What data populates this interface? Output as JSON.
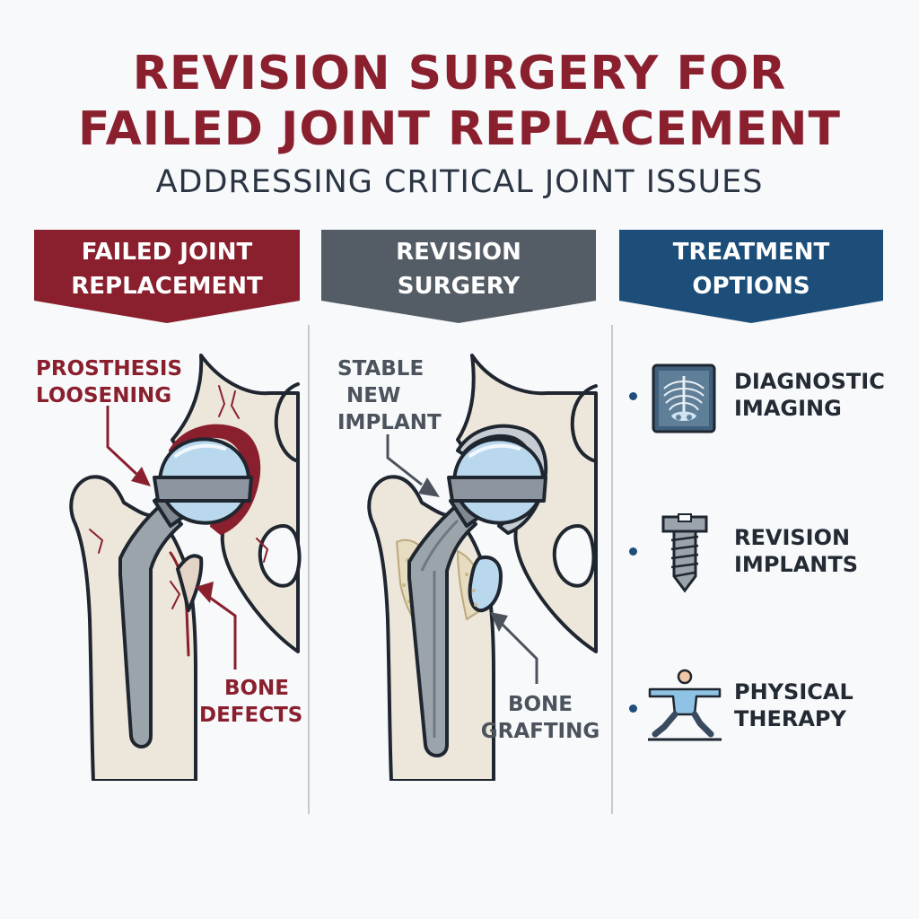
{
  "title": {
    "line1": "REVISION SURGERY FOR",
    "line2": "FAILED JOINT REPLACEMENT",
    "subtitle": "ADDRESSING CRITICAL JOINT ISSUES"
  },
  "colors": {
    "failed": "#8a1f2e",
    "revision": "#545c65",
    "treatment": "#1d4e79",
    "bone": "#ece7da",
    "implant_head": "#b9d8ee",
    "stem": "#9ba3ab"
  },
  "columns": [
    {
      "header": {
        "line1": "FAILED JOINT",
        "line2": "REPLACEMENT"
      },
      "callouts": [
        {
          "line1": "PROSTHESIS",
          "line2": "LOOSENING"
        },
        {
          "line1": "BONE",
          "line2": "DEFECTS"
        }
      ]
    },
    {
      "header": {
        "line1": "REVISION",
        "line2": "SURGERY"
      },
      "callouts": [
        {
          "line1": "STABLE",
          "line2": "NEW",
          "line3": "IMPLANT"
        },
        {
          "line1": "BONE",
          "line2": "GRAFTING"
        }
      ]
    },
    {
      "header": {
        "line1": "TREATMENT",
        "line2": "OPTIONS"
      },
      "options": [
        {
          "icon": "xray-icon",
          "line1": "DIAGNOSTIC",
          "line2": "IMAGING"
        },
        {
          "icon": "screw-icon",
          "line1": "REVISION",
          "line2": "IMPLANTS"
        },
        {
          "icon": "exercise-icon",
          "line1": "PHYSICAL",
          "line2": "THERAPY"
        }
      ]
    }
  ]
}
